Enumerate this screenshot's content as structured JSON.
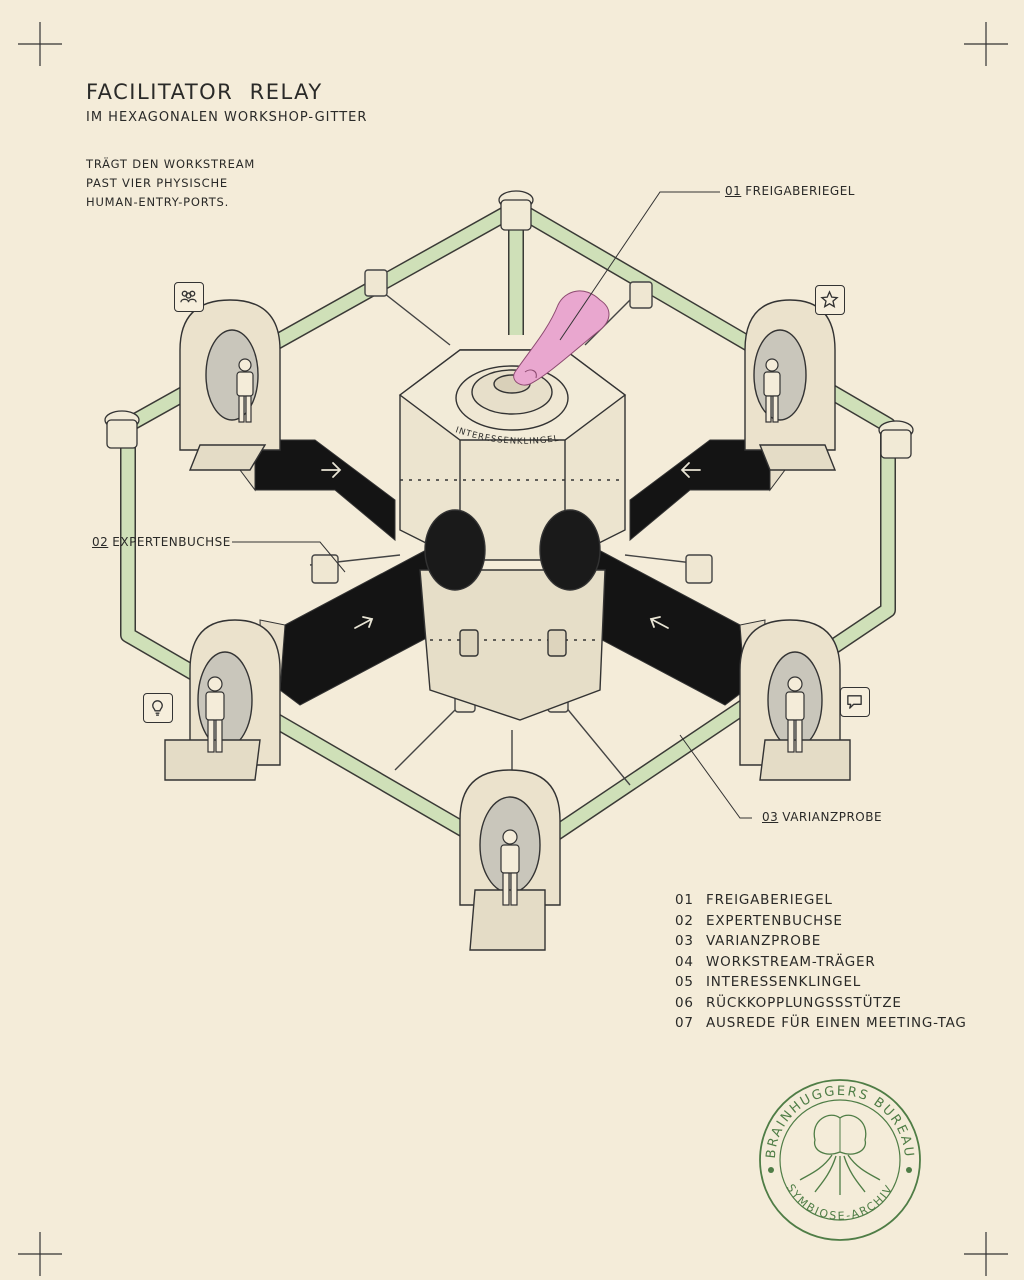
{
  "header": {
    "title": "FACILITATOR  RELAY",
    "subtitle": "IM HEXAGONALEN WORKSHOP-GITTER",
    "description": [
      "TRÄGT DEN WORKSTREAM",
      "PAST VIER PHYSISCHE",
      "HUMAN-ENTRY-PORTS."
    ]
  },
  "callouts": [
    {
      "num": "01",
      "label": "FREIGABERIEGEL"
    },
    {
      "num": "02",
      "label": "EXPERTENBUCHSE"
    },
    {
      "num": "03",
      "label": "VARIANZPROBE"
    }
  ],
  "hub_label": "INTERESSENKLINGEL",
  "legend": [
    {
      "num": "01",
      "label": "FREIGABERIEGEL"
    },
    {
      "num": "02",
      "label": "EXPERTENBUCHSE"
    },
    {
      "num": "03",
      "label": "VARIANZPROBE"
    },
    {
      "num": "04",
      "label": "WORKSTREAM-TRÄGER"
    },
    {
      "num": "05",
      "label": "INTERESSENKLINGEL"
    },
    {
      "num": "06",
      "label": "RÜCKKOPPLUNGSSSTÜTZE"
    },
    {
      "num": "07",
      "label": "AUSREDE FÜR EINEN MEETING-TAG"
    }
  ],
  "seal": {
    "top_text": "BRAINHUGGERS BUREAU",
    "bottom_text": "SYMBIOSE-ARCHIV"
  },
  "icons": [
    "people-icon",
    "star-icon",
    "lightbulb-icon",
    "speech-bubble-icon"
  ],
  "colors": {
    "paper": "#f4ecd9",
    "ink": "#2a2a28",
    "frame_green": "#cfe0b8",
    "finger_pink": "#e9a7cf",
    "seal_green": "#4f7d46",
    "belt": "#141414"
  }
}
